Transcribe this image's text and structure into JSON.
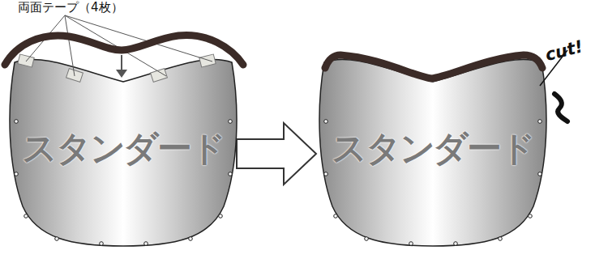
{
  "diagram": {
    "nodes": [
      {
        "text": [
          "スタンダード"
        ]
      },
      {
        "text": [
          "スタンダード"
        ]
      }
    ],
    "edges": [
      {
        "from": 0,
        "to": 1,
        "arrow": "to"
      }
    ],
    "labels": [
      "両面テープ（4枚）",
      "cut!"
    ]
  }
}
